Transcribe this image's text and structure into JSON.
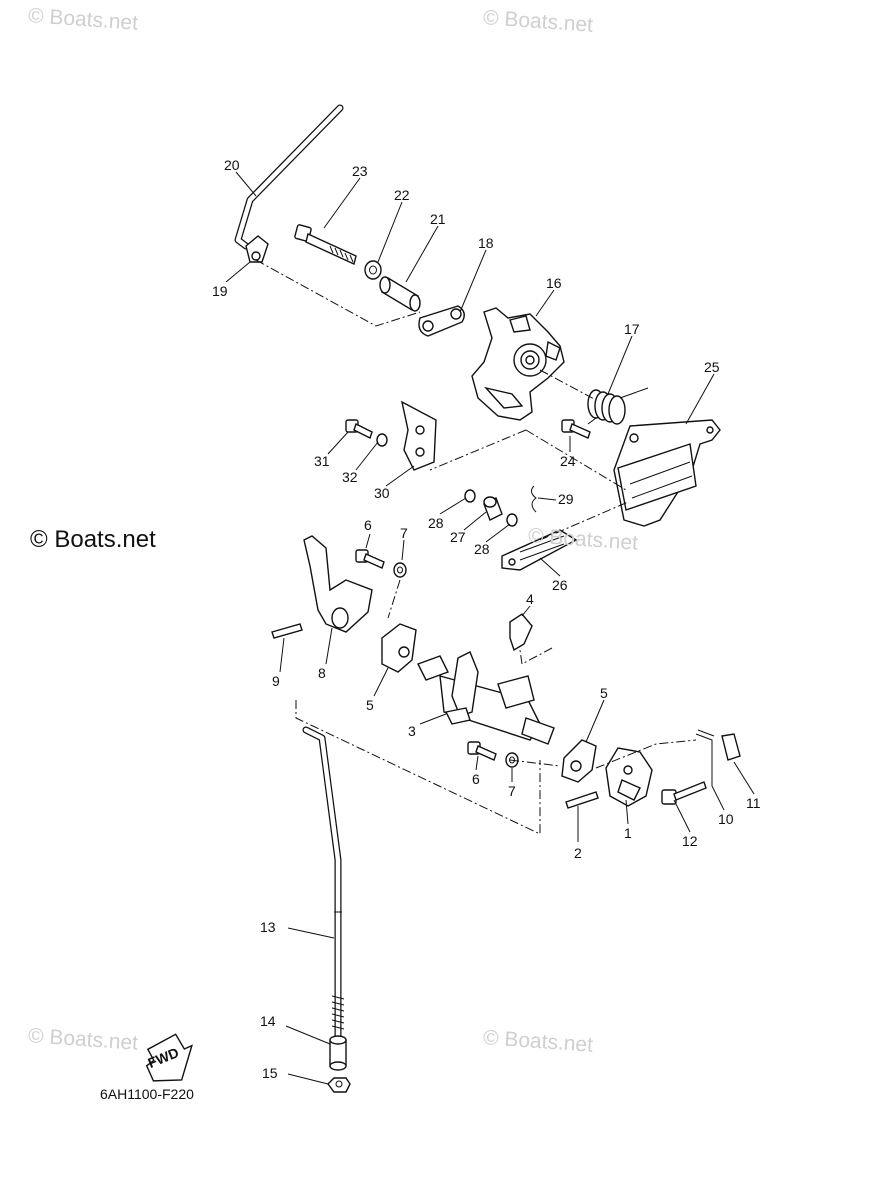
{
  "watermarks": {
    "top_left": "© Boats.net",
    "top_right": "© Boats.net",
    "middle_left": "© Boats.net",
    "middle_right": "© Boats.net",
    "bottom_left": "© Boats.net",
    "bottom_right": "© Boats.net"
  },
  "diagram": {
    "code": "6AH1100-F220",
    "fwd_label": "FWD",
    "callouts": [
      "20",
      "23",
      "22",
      "21",
      "18",
      "19",
      "16",
      "17",
      "25",
      "31",
      "32",
      "30",
      "24",
      "28",
      "29",
      "27",
      "28",
      "26",
      "6",
      "7",
      "4",
      "9",
      "8",
      "5",
      "3",
      "5",
      "6",
      "7",
      "1",
      "2",
      "10",
      "11",
      "12",
      "13",
      "14",
      "15"
    ]
  }
}
